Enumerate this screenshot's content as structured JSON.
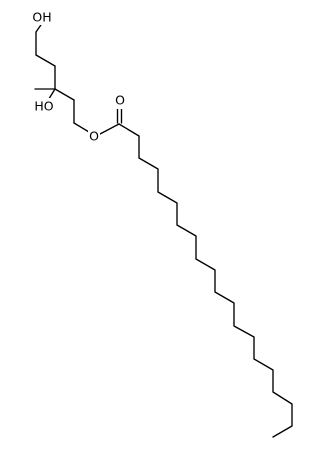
{
  "labels": {
    "top_hydroxyl": "OH",
    "tertiary_hydroxyl": "HO",
    "ester_oxygen": "O",
    "carbonyl_oxygen": "O"
  }
}
